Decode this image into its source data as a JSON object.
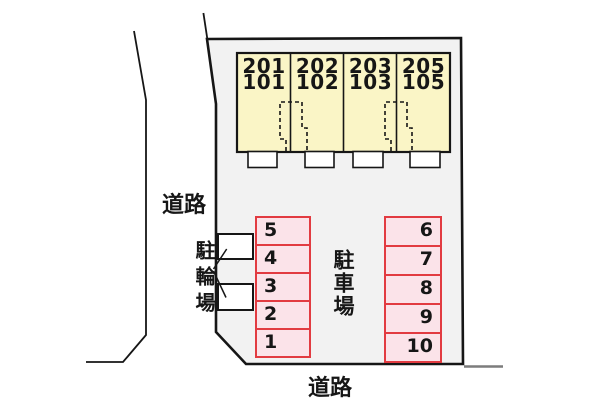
{
  "diagram": {
    "type": "site-layout-plan",
    "colors": {
      "property_fill": "#f2f2f2",
      "building_fill": "#faf5c6",
      "parking_fill": "#fbe3e9",
      "parking_border": "#e23b41",
      "outline": "#161616",
      "road_edge_gray": "#7c7c7c"
    }
  },
  "building": {
    "units": [
      {
        "upper": "201",
        "lower": "101"
      },
      {
        "upper": "202",
        "lower": "102"
      },
      {
        "upper": "203",
        "lower": "103"
      },
      {
        "upper": "205",
        "lower": "105"
      }
    ],
    "entrance_box_count": 4
  },
  "parking": {
    "label": "駐車場",
    "left_spaces": [
      "5",
      "4",
      "3",
      "2",
      "1"
    ],
    "right_spaces": [
      "6",
      "7",
      "8",
      "9",
      "10"
    ]
  },
  "bicycle_parking": {
    "label": "駐輪場",
    "space_count": 2
  },
  "roads": {
    "left_label": "道路",
    "bottom_label": "道路"
  }
}
